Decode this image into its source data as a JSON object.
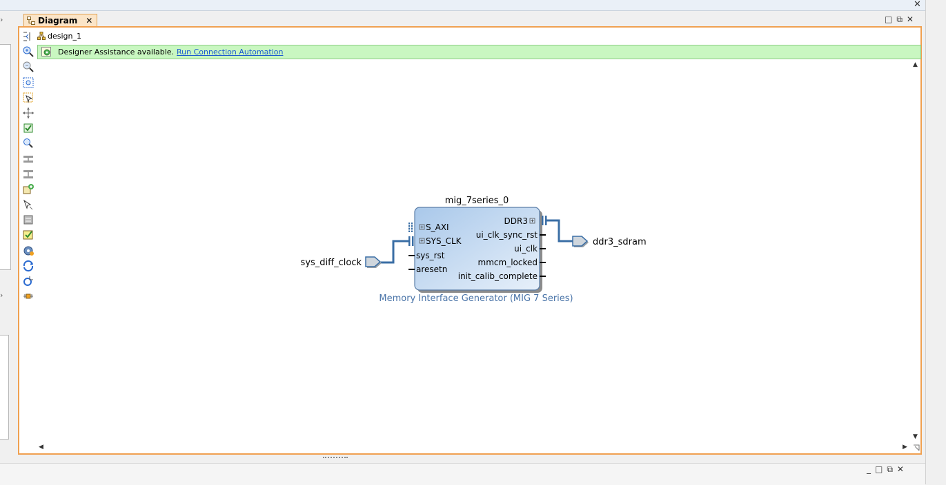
{
  "tab": {
    "label": "Diagram",
    "close": "✕"
  },
  "window_buttons": {
    "restore": "□",
    "float": "⧉",
    "close": "✕"
  },
  "breadcrumb": {
    "label": "design_1"
  },
  "assist": {
    "text": "Designer Assistance available.",
    "link": "Run Connection Automation"
  },
  "toolbar": {
    "icons": [
      "fit-to-window-icon",
      "zoom-in-icon",
      "zoom-out-icon",
      "zoom-fit-icon",
      "select-area-icon",
      "move-icon",
      "validate-icon",
      "search-icon",
      "collapse-icon",
      "expand-icon",
      "add-ip-icon",
      "pointer-icon",
      "regenerate-layout-icon",
      "validate-design-icon",
      "settings-icon",
      "refresh-icon",
      "reload-icon",
      "pin-icon"
    ]
  },
  "block": {
    "instance": "mig_7series_0",
    "caption": "Memory Interface Generator (MIG 7 Series)",
    "left_ports": [
      "S_AXI",
      "SYS_CLK",
      "sys_rst",
      "aresetn"
    ],
    "right_ports": [
      "DDR3",
      "ui_clk_sync_rst",
      "ui_clk",
      "mmcm_locked",
      "init_calib_complete"
    ]
  },
  "external_ports": {
    "input": "sys_diff_clock",
    "output": "ddr3_sdram"
  },
  "scroll": {
    "up": "▲",
    "down": "▼",
    "left": "◀",
    "right": "▶"
  },
  "colors": {
    "accent": "#f0a050",
    "wire": "#3a6ea5",
    "block_fill": "#c7dcf2",
    "caption": "#4a74a8"
  }
}
